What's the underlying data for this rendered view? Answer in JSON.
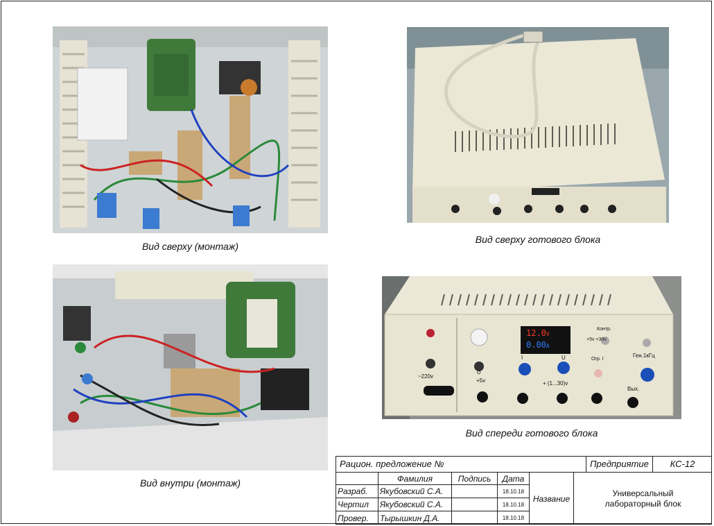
{
  "captions": {
    "top_left": "Вид сверху (монтаж)",
    "top_right": "Вид сверху готового блока",
    "bottom_left": "Вид внутри (монтаж)",
    "bottom_right": "Вид спереди готового блока"
  },
  "panel": {
    "display_voltage": "12.0",
    "display_voltage_unit": "V",
    "display_current": "0.00",
    "display_current_unit": "A",
    "label_220": "~220v",
    "label_5v": "+5v",
    "label_1_30": "+ (1...30)v",
    "label_kontr": "Контр.",
    "label_kontr_range": "+5v  +30v",
    "label_ogr": "Огр. I",
    "label_gen": "Ген.1кГц",
    "label_out": "Вых.",
    "label_i": "I",
    "label_u": "U",
    "label_o": "O"
  },
  "title_block": {
    "proposal": "Рацион. предложение №",
    "enterprise": "Предприятие",
    "code": "КС-12",
    "col_surname": "Фамилия",
    "col_signature": "Подпись",
    "col_date": "Дата",
    "name_label": "Название",
    "name_line1": "Универсальный",
    "name_line2": "лабораторный блок",
    "rows": [
      {
        "role": "Разраб.",
        "name": "Якубовский С.А.",
        "date": "18.10.18"
      },
      {
        "role": "Чертил",
        "name": "Якубовский С.А.",
        "date": "18.10.18"
      },
      {
        "role": "Провер.",
        "name": "Тырышкин Д.А.",
        "date": "18.10.18"
      }
    ]
  },
  "colors": {
    "transformer_green": "#3f7a3b",
    "case_beige": "#e9e4cf",
    "display_red": "#ff3b2b",
    "display_blue": "#2f7bff",
    "knob_blue": "#1b4fb8"
  }
}
